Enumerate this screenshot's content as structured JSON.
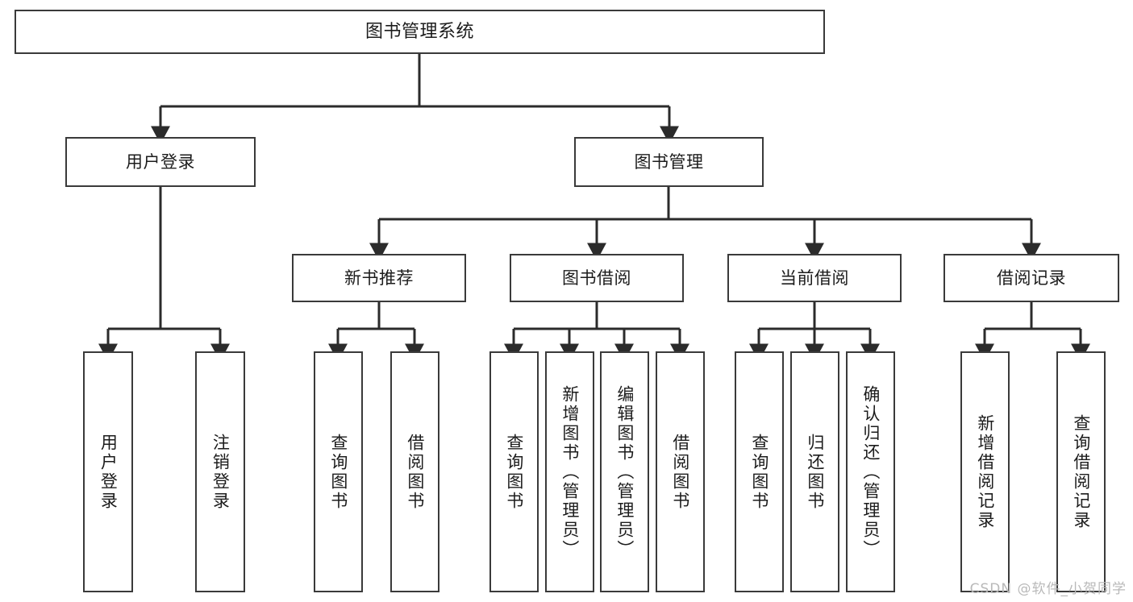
{
  "diagram": {
    "title": "图书管理系统",
    "type": "tree-hierarchy",
    "watermark": "CSDN @软件_小贺同学",
    "colors": {
      "box_border": "#3a3a3a",
      "box_fill": "#ffffff",
      "edge": "#2b2b2b",
      "text": "#1c1c1c",
      "watermark": "#b9b9b9",
      "background": "#ffffff"
    }
  },
  "nodes": {
    "root": {
      "label": "图书管理系统"
    },
    "level2": [
      {
        "id": "user-login",
        "label": "用户登录"
      },
      {
        "id": "book-manage",
        "label": "图书管理"
      }
    ],
    "level3": [
      {
        "id": "new-book-recommend",
        "label": "新书推荐"
      },
      {
        "id": "book-borrow",
        "label": "图书借阅"
      },
      {
        "id": "current-borrow",
        "label": "当前借阅"
      },
      {
        "id": "borrow-record",
        "label": "借阅记录"
      }
    ],
    "leaves": {
      "user-login": [
        {
          "id": "leaf-user-login",
          "label": "用户登录"
        },
        {
          "id": "leaf-logout-login",
          "label": "注销登录"
        }
      ],
      "new-book-recommend": [
        {
          "id": "leaf-query-book-1",
          "label": "查询图书"
        },
        {
          "id": "leaf-borrow-book-1",
          "label": "借阅图书"
        }
      ],
      "book-borrow": [
        {
          "id": "leaf-query-book-2",
          "label": "查询图书"
        },
        {
          "id": "leaf-add-book",
          "label": "新增图书（管理员）"
        },
        {
          "id": "leaf-edit-book",
          "label": "编辑图书（管理员）"
        },
        {
          "id": "leaf-borrow-book-2",
          "label": "借阅图书"
        }
      ],
      "current-borrow": [
        {
          "id": "leaf-query-book-3",
          "label": "查询图书"
        },
        {
          "id": "leaf-return-book",
          "label": "归还图书"
        },
        {
          "id": "leaf-confirm-return",
          "label": "确认归还（管理员）"
        }
      ],
      "borrow-record": [
        {
          "id": "leaf-add-borrow-record",
          "label": "新增借阅记录"
        },
        {
          "id": "leaf-query-borrow-record",
          "label": "查询借阅记录"
        }
      ]
    }
  }
}
